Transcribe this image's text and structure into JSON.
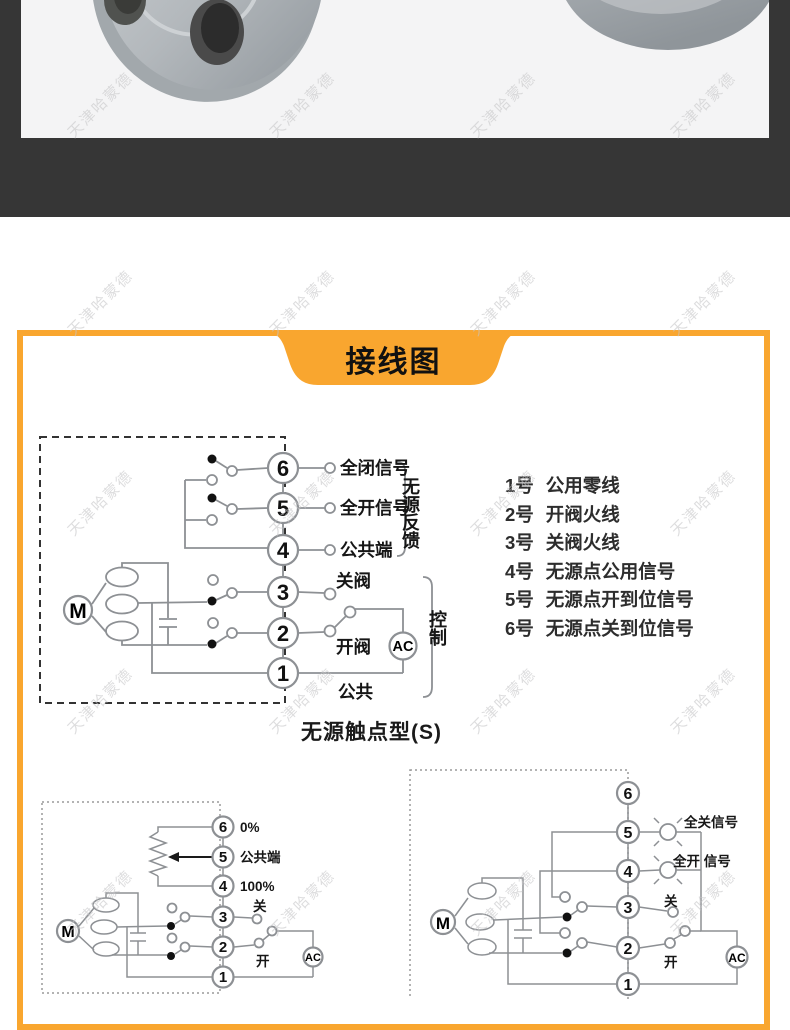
{
  "colors": {
    "accent_orange": "#F9A62F",
    "band_dark": "#363636",
    "photo_bg": "#f4f4f5"
  },
  "watermark": {
    "text": "天津哈蒙德"
  },
  "card": {
    "title": "接线图"
  },
  "main_diagram": {
    "terminals": [
      "6",
      "5",
      "4",
      "3",
      "2",
      "1"
    ],
    "labels": {
      "t6": "全闭信号",
      "t5": "全开信号",
      "t4": "公共端",
      "t3": "关阀",
      "t2": "开阀",
      "t1": "公共"
    },
    "groups": {
      "feedback": "无源反馈",
      "control": "控制"
    },
    "motor": "M",
    "ac": "AC",
    "caption": "无源触点型(S)"
  },
  "legend": {
    "items": [
      {
        "num": "1号",
        "text": "公用零线"
      },
      {
        "num": "2号",
        "text": "开阀火线"
      },
      {
        "num": "3号",
        "text": "关阀火线"
      },
      {
        "num": "4号",
        "text": "无源点公用信号"
      },
      {
        "num": "5号",
        "text": "无源点开到位信号"
      },
      {
        "num": "6号",
        "text": "无源点关到位信号"
      }
    ]
  },
  "left_diagram": {
    "terminals": [
      "6",
      "5",
      "4",
      "3",
      "2",
      "1"
    ],
    "labels": {
      "t6": "0%",
      "t5": "公共端",
      "t4": "100%",
      "t3": "关",
      "t2": "开"
    },
    "motor": "M",
    "ac": "AC"
  },
  "right_diagram": {
    "terminals": [
      "6",
      "5",
      "4",
      "3",
      "2",
      "1"
    ],
    "labels": {
      "t5": "全关信号",
      "t4": "全开 信号",
      "t3": "关",
      "t2": "开"
    },
    "motor": "M",
    "ac": "AC"
  }
}
